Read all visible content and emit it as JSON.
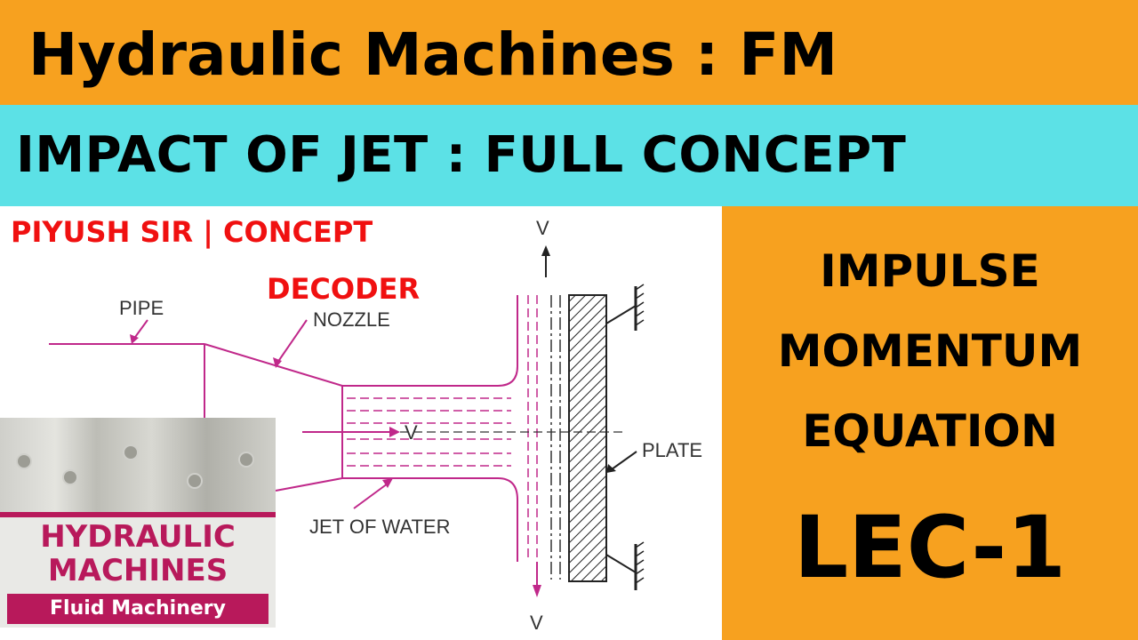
{
  "header": {
    "title": "Hydraulic Machines : FM",
    "subtitle": "IMPACT OF JET : FULL CONCEPT"
  },
  "author": {
    "line1": "PIYUSH SIR | CONCEPT",
    "line2": "DECODER"
  },
  "right_panel": {
    "line1": "IMPULSE",
    "line2": "MOMENTUM",
    "line3": "EQUATION",
    "lecture": "LEC-1"
  },
  "diagram": {
    "label_pipe": "PIPE",
    "label_nozzle": "NOZZLE",
    "label_velocity": "V",
    "label_plate": "PLATE",
    "label_jet": "JET OF WATER",
    "label_v_top": "V",
    "label_v_bottom": "V"
  },
  "book": {
    "title_line1": "HYDRAULIC",
    "title_line2": "MACHINES",
    "subtitle": "Fluid Machinery"
  },
  "colors": {
    "orange": "#f7a11f",
    "cyan": "#5ce1e6",
    "red_text": "#f01010",
    "pink_lines": "#c0288a",
    "book_magenta": "#b8195b"
  }
}
